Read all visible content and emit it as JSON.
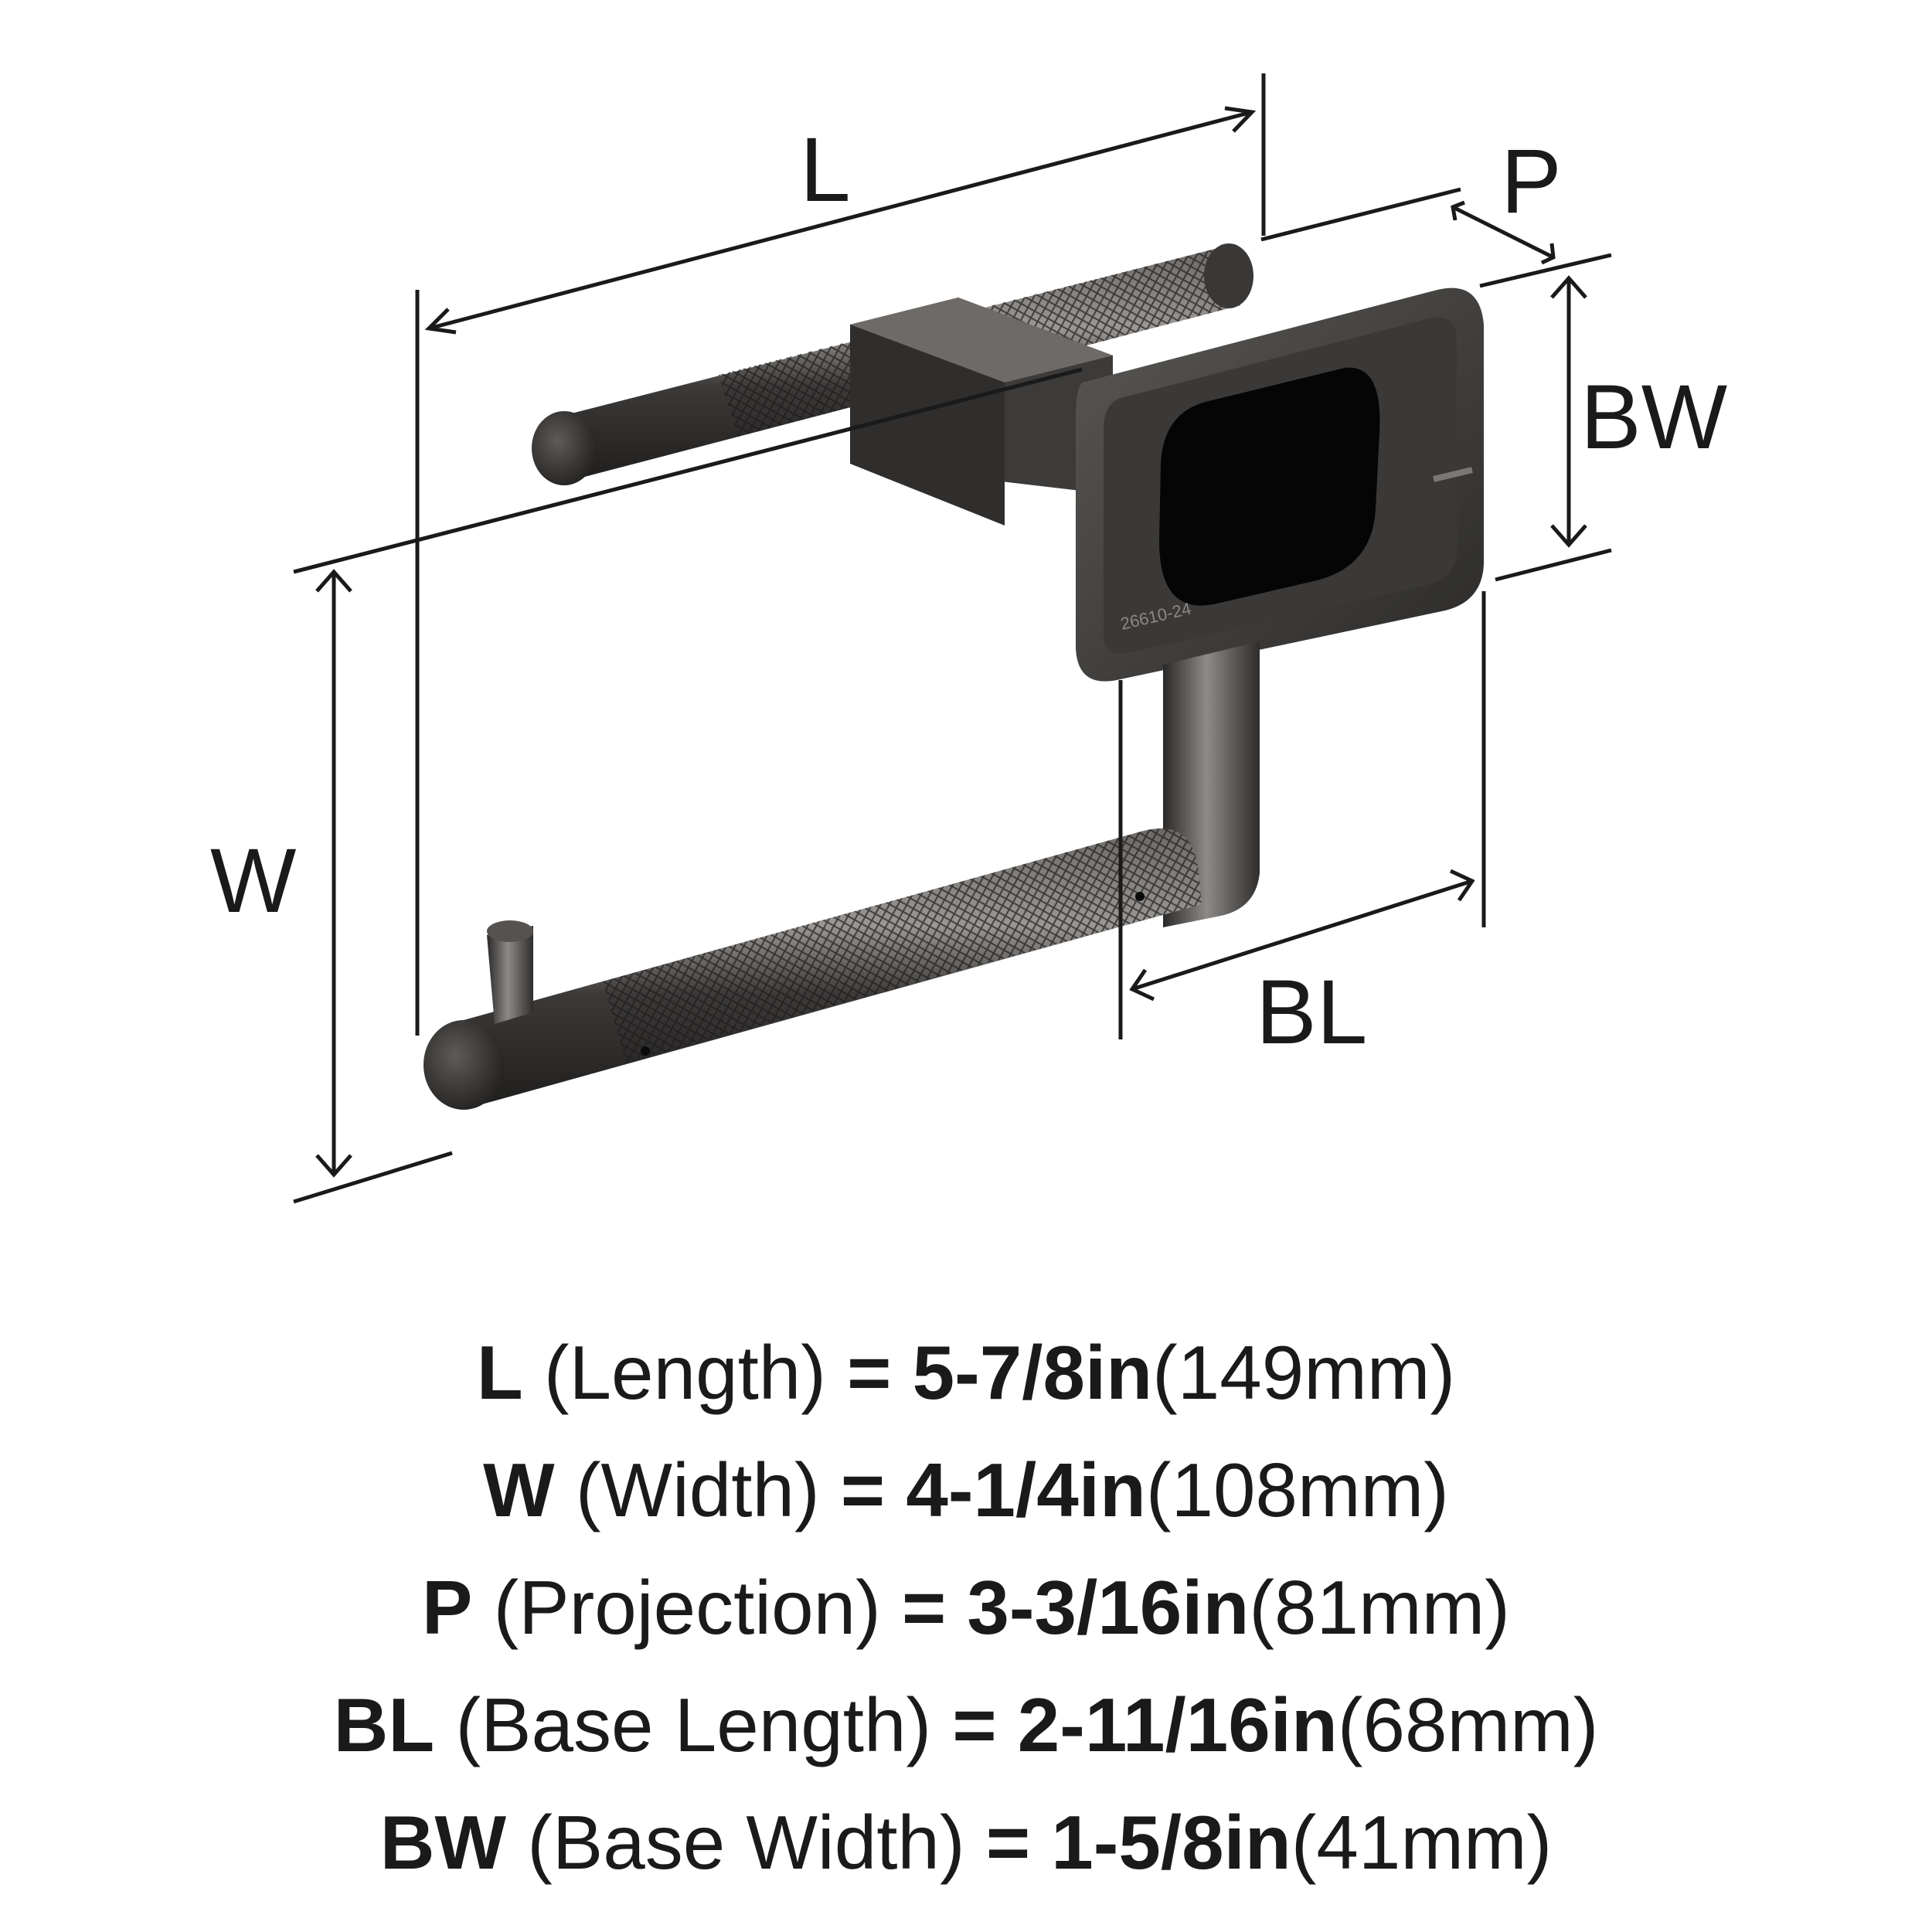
{
  "diagram": {
    "dimension_labels": {
      "length": "L",
      "projection": "P",
      "base_width": "BW",
      "width": "W",
      "base_length": "BL"
    },
    "part_number": "26610-24",
    "colors": {
      "metal_dark": "#2b2a29",
      "metal_mid": "#4a4846",
      "metal_light": "#8a8784",
      "line": "#1a1a1a"
    }
  },
  "specs": [
    {
      "code": "L",
      "name": "(Length)",
      "eq": "=",
      "imperial": "5-7/8in",
      "metric": "(149mm)"
    },
    {
      "code": "W",
      "name": "(Width)",
      "eq": "=",
      "imperial": "4-1/4in",
      "metric": "(108mm)"
    },
    {
      "code": "P",
      "name": "(Projection)",
      "eq": "=",
      "imperial": "3-3/16in",
      "metric": "(81mm)"
    },
    {
      "code": "BL",
      "name": "(Base Length)",
      "eq": "=",
      "imperial": "2-11/16in",
      "metric": "(68mm)"
    },
    {
      "code": "BW",
      "name": "(Base Width)",
      "eq": "=",
      "imperial": "1-5/8in",
      "metric": "(41mm)"
    }
  ]
}
